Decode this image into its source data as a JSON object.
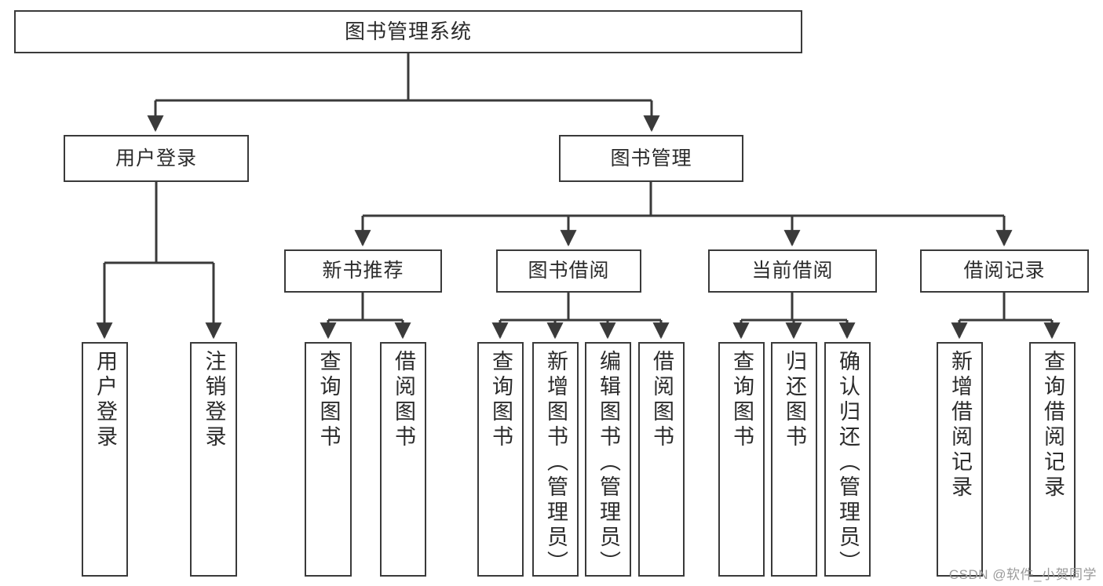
{
  "diagram": {
    "title": "图书管理系统",
    "type": "functional-structure-tree",
    "root": {
      "label": "图书管理系统"
    },
    "level2": [
      {
        "label": "用户登录"
      },
      {
        "label": "图书管理"
      }
    ],
    "level3": [
      {
        "label": "新书推荐"
      },
      {
        "label": "图书借阅"
      },
      {
        "label": "当前借阅"
      },
      {
        "label": "借阅记录"
      }
    ],
    "leaves": [
      {
        "label": "用户登录",
        "parent": "用户登录"
      },
      {
        "label": "注销登录",
        "parent": "用户登录"
      },
      {
        "label": "查询图书",
        "parent": "新书推荐"
      },
      {
        "label": "借阅图书",
        "parent": "新书推荐"
      },
      {
        "label": "查询图书",
        "parent": "图书借阅"
      },
      {
        "label": "新增图书（管理员）",
        "parent": "图书借阅"
      },
      {
        "label": "编辑图书（管理员）",
        "parent": "图书借阅"
      },
      {
        "label": "借阅图书",
        "parent": "图书借阅"
      },
      {
        "label": "查询图书",
        "parent": "当前借阅"
      },
      {
        "label": "归还图书",
        "parent": "当前借阅"
      },
      {
        "label": "确认归还（管理员）",
        "parent": "当前借阅"
      },
      {
        "label": "新增借阅记录",
        "parent": "借阅记录"
      },
      {
        "label": "查询借阅记录",
        "parent": "借阅记录"
      }
    ],
    "watermark": "CSDN @软件_小贺同学",
    "colors": {
      "box_border": "#3a3a3a",
      "box_fill": "#ffffff",
      "text": "#2b2b2b",
      "connector": "#3a3a3a",
      "watermark": "#9a9a9a",
      "background": "#ffffff"
    }
  }
}
